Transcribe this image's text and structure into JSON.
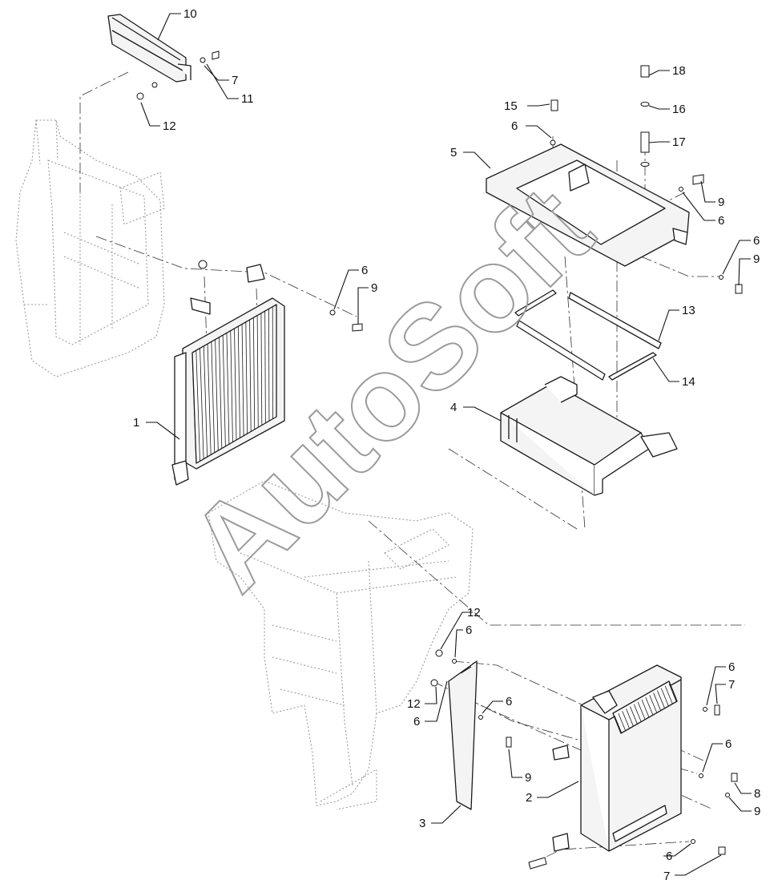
{
  "watermark": "AutoSoft",
  "callouts": [
    {
      "id": "c10a",
      "text": "10"
    },
    {
      "id": "c7a",
      "text": "7"
    },
    {
      "id": "c11",
      "text": "11"
    },
    {
      "id": "c12a",
      "text": "12"
    },
    {
      "id": "c18",
      "text": "18"
    },
    {
      "id": "c15",
      "text": "15"
    },
    {
      "id": "c16",
      "text": "16"
    },
    {
      "id": "c6a",
      "text": "6"
    },
    {
      "id": "c17",
      "text": "17"
    },
    {
      "id": "c5",
      "text": "5"
    },
    {
      "id": "c9a",
      "text": "9"
    },
    {
      "id": "c6b",
      "text": "6"
    },
    {
      "id": "c6c",
      "text": "6"
    },
    {
      "id": "c9b",
      "text": "9"
    },
    {
      "id": "c6d",
      "text": "6"
    },
    {
      "id": "c9c",
      "text": "9"
    },
    {
      "id": "c13",
      "text": "13"
    },
    {
      "id": "c14",
      "text": "14"
    },
    {
      "id": "c4",
      "text": "4"
    },
    {
      "id": "c1",
      "text": "1"
    },
    {
      "id": "c12b",
      "text": "12"
    },
    {
      "id": "c6e",
      "text": "6"
    },
    {
      "id": "c6f",
      "text": "6"
    },
    {
      "id": "c7b",
      "text": "7"
    },
    {
      "id": "c12c",
      "text": "12"
    },
    {
      "id": "c6g",
      "text": "6"
    },
    {
      "id": "c6h",
      "text": "6"
    },
    {
      "id": "c6i",
      "text": "6"
    },
    {
      "id": "c9d",
      "text": "9"
    },
    {
      "id": "c8",
      "text": "8"
    },
    {
      "id": "c2",
      "text": "2"
    },
    {
      "id": "c9e",
      "text": "9"
    },
    {
      "id": "c3",
      "text": "3"
    },
    {
      "id": "c6j",
      "text": "6"
    },
    {
      "id": "c7c",
      "text": "7"
    }
  ]
}
